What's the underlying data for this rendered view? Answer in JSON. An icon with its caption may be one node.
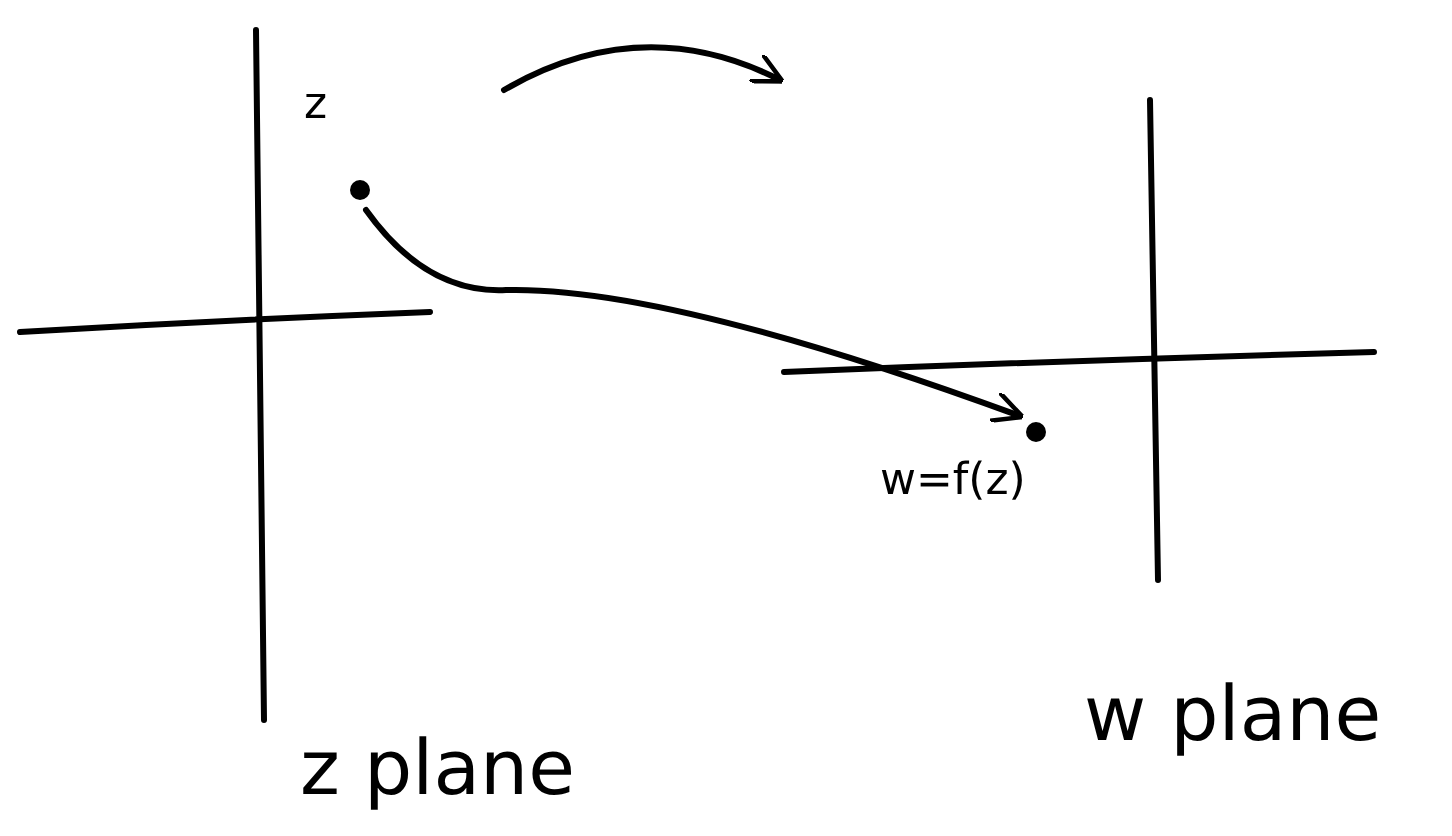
{
  "diagram": {
    "nodes": [
      {
        "text": [
          "z plane"
        ]
      },
      {
        "text": [
          "w plane"
        ]
      },
      {
        "text": [
          "z"
        ],
        "in": 0
      },
      {
        "text": [
          "w=f(z)"
        ],
        "in": 1
      }
    ],
    "edges": [
      {
        "from": 0,
        "to": 1,
        "arrow": "to"
      },
      {
        "from": 2,
        "to": 3,
        "arrow": "to"
      }
    ]
  }
}
